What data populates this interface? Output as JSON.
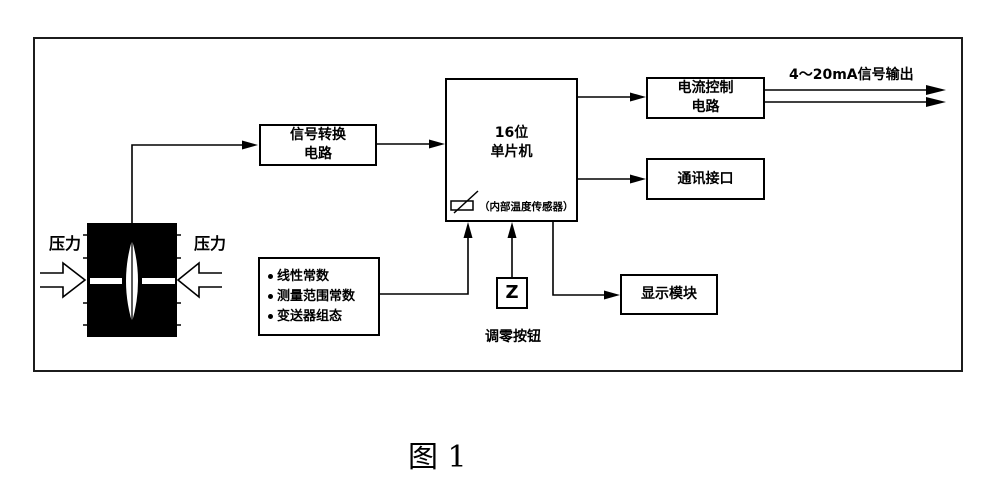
{
  "diagram": {
    "caption": "图 1",
    "pressure_label_left": "压力",
    "pressure_label_right": "压力",
    "boxes": {
      "signal_conversion": {
        "line1": "信号转换",
        "line2": "电路"
      },
      "mcu": {
        "line1": "16位",
        "line2": "单片机"
      },
      "current_control": {
        "line1": "电流控制",
        "line2": "电路"
      },
      "comm_interface": {
        "label": "通讯接口"
      },
      "display_module": {
        "label": "显示模块"
      },
      "zero_button": {
        "label": "Z"
      }
    },
    "constants_list": {
      "items": [
        {
          "label": "线性常数"
        },
        {
          "label": "测量范围常数"
        },
        {
          "label": "变送器组态"
        }
      ]
    },
    "labels": {
      "output": "4～20mA信号输出",
      "temp_sensor": "（内部温度传感器）",
      "zero_button_caption": "调零按钮"
    },
    "colors": {
      "line": "#000000",
      "sensor_fill": "#000000",
      "frame_border": "#1c1c1c",
      "background": "#ffffff"
    }
  }
}
